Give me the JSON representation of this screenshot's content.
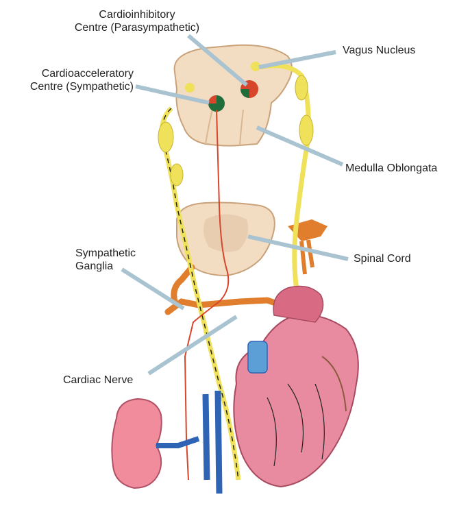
{
  "labels": {
    "cardioinhibitory_line1": "Cardioinhibitory",
    "cardioinhibitory_line2": "Centre (Parasympathetic)",
    "cardioacceleratory_line1": "Cardioacceleratory",
    "cardioacceleratory_line2": "Centre (Sympathetic)",
    "vagus_nucleus": "Vagus Nucleus",
    "medulla_oblongata": "Medulla Oblongata",
    "spinal_cord": "Spinal Cord",
    "sympathetic_line1": "Sympathetic",
    "sympathetic_line2": "Ganglia",
    "cardiac_nerve": "Cardiac Nerve"
  },
  "colors": {
    "pointer": "#a9c3d1",
    "medulla": "#f2dcc2",
    "nerve_yellow": "#efe15a",
    "sympathetic_red": "#d7452b",
    "parasympathetic_green": "#1f6d3a",
    "heart": "#e88aa0",
    "kidney": "#f08c9c",
    "vein_blue": "#2f64b5",
    "ganglia_orange": "#e07e2e"
  }
}
